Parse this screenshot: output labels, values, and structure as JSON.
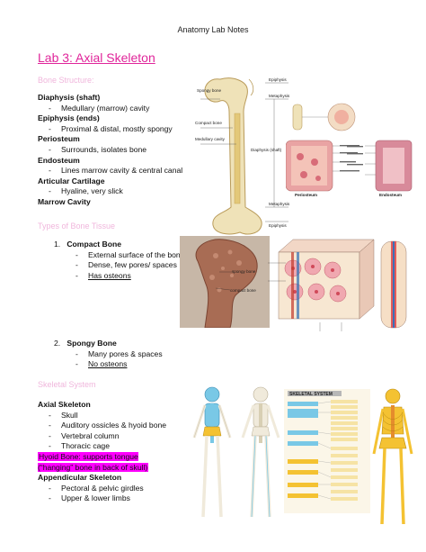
{
  "header": {
    "title": "Anatomy Lab Notes"
  },
  "lab_title": "Lab 3: Axial Skeleton",
  "bone_structure": {
    "section_title": "Bone Structure:",
    "items": [
      {
        "term": "Diaphysis (shaft)",
        "desc": "Medullary (marrow) cavity"
      },
      {
        "term": "Epiphysis (ends)",
        "desc": "Proximal & distal, mostly spongy"
      },
      {
        "term": "Periosteum",
        "desc": "Surrounds, isolates bone"
      },
      {
        "term": "Endosteum",
        "desc": "Lines marrow cavity & central canal"
      },
      {
        "term": "Articular Cartilage",
        "desc": "Hyaline, very slick"
      },
      {
        "term": "Marrow Cavity",
        "desc": ""
      }
    ]
  },
  "bone_tissue": {
    "section_title": "Types of Bone Tissue",
    "compact": {
      "number": "1.",
      "title": "Compact Bone",
      "bullets": [
        "External surface of the bone",
        "Dense, few pores/ spaces",
        "Has osteons"
      ]
    },
    "spongy": {
      "number": "2.",
      "title": "Spongy Bone",
      "bullets": [
        "Many pores & spaces",
        "No osteons"
      ]
    }
  },
  "skeletal_system": {
    "section_title": "Skeletal System",
    "axial_title": "Axial Skeleton",
    "axial_items": [
      "Skull",
      "Auditory ossicles & hyoid bone",
      "Vertebral column",
      "Thoracic cage"
    ],
    "hyoid_note": "Hyoid Bone: supports tongue (“hanging” bone in back of skull)",
    "appendicular_title": "Appendicular Skeleton",
    "appendicular_items": [
      "Pectoral & pelvic girdles",
      "Upper & lower limbs"
    ]
  },
  "dash": "-",
  "femur_labels": {
    "epiphysis_top": "Epiphysis",
    "spongy_bone": "Spongy bone",
    "metaphysis_top": "Metaphysis",
    "compact_bone": "Compact bone",
    "medullary_cavity": "Medullary cavity",
    "diaphysis": "Diaphysis (shaft)",
    "metaphysis_bottom": "Metaphysis",
    "epiphysis_bottom": "Epiphysis"
  },
  "periosteum_labels": {
    "periosteum": "Periosteum",
    "endosteum": "Endosteum"
  },
  "photo_labels": {
    "spongy_bone": "spongy bone",
    "compact_bone": "compact bone"
  },
  "skeletal_chart_title": "SKELETAL SYSTEM",
  "colors": {
    "title_pink": "#e0259a",
    "section_pink": "#f0b6dc",
    "highlight": "#ff00ff",
    "bone": "#efe2b8",
    "axial_blue": "#79c8e6",
    "appendicular_yellow": "#f4c232"
  }
}
